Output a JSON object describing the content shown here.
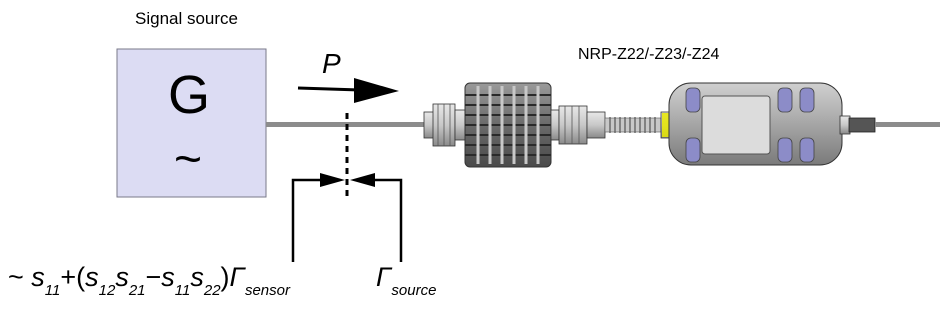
{
  "labels": {
    "signal_source": "Signal source",
    "device": "NRP-Z22/-Z23/-Z24",
    "generator_letter": "G",
    "generator_tilde": "~",
    "power": "P"
  },
  "formula": {
    "prefix": "~ ",
    "s11": "s",
    "s11_sub": "11",
    "plus_open": "+(",
    "s12": "s",
    "s12_sub": "12",
    "s21": "s",
    "s21_sub": "21",
    "minus": "−",
    "s11b": "s",
    "s11b_sub": "11",
    "s22": "s",
    "s22_sub": "22",
    "close": ")",
    "gamma": "Γ",
    "gamma_sensor_sub": "sensor",
    "gamma_source_sub": "source"
  },
  "colors": {
    "generator_fill": "#dcdcf3",
    "cable": "#8c8c8c",
    "sensor_body": "#a0a0a0",
    "sensor_pads": "#8c8cc8",
    "connector_yellow": "#e6e600",
    "attenuator": "#707070"
  }
}
